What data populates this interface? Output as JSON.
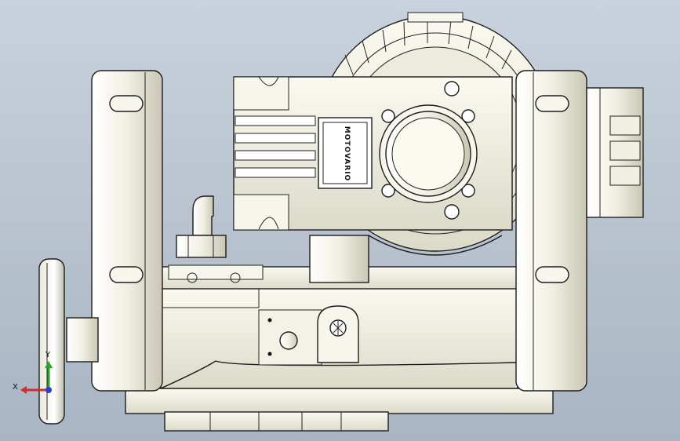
{
  "scene": {
    "nameplate_text": "MOTOVARIO",
    "colors": {
      "background_top": "#c9d2dc",
      "background_bottom": "#a9b5c3",
      "part_fill": "#f7f6ec",
      "part_shade": "#d8d6c4",
      "outline": "#1c1c1c"
    }
  },
  "triad": {
    "x_label": "X",
    "y_label": "Y",
    "x_color": "#d42a2a",
    "y_color": "#2aa52a",
    "z_color": "#2a3fd4"
  }
}
